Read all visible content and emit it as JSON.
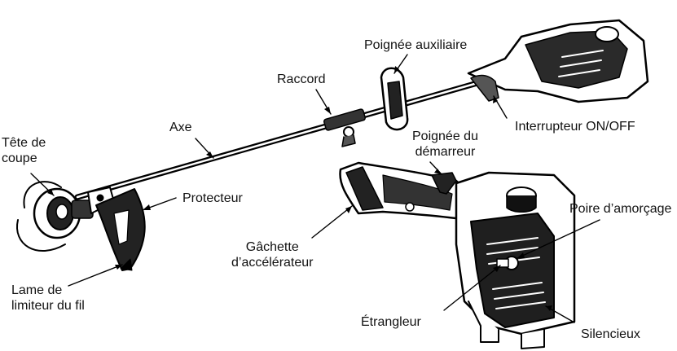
{
  "labels": {
    "tete_de_coupe": "Tête de\ncoupe",
    "axe": "Axe",
    "raccord": "Raccord",
    "poignee_auxiliaire": "Poignée auxiliaire",
    "interrupteur": "Interrupteur ON/OFF",
    "poignee_demarreur": "Poignée du\ndémarreur",
    "protecteur": "Protecteur",
    "poire_amorcage": "Poire d’amorçage",
    "gachette": "Gâchette\nd’accélérateur",
    "lame_limiteur": "Lame de\nlimiteur du fil",
    "etrangleur": "Étrangleur",
    "silencieux": "Silencieux"
  }
}
